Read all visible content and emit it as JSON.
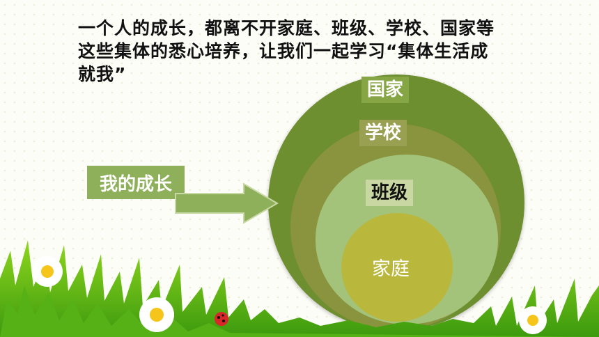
{
  "caption": "一个人的成长，都离不开家庭、班级、学校、国家等这些集体的悉心培养，让我们一起学习“集体生活成就我”",
  "circles": {
    "outer_label": "国家",
    "second_label": "学校",
    "third_label": "班级",
    "inner_label": "家庭"
  },
  "growth_label": "我的成长",
  "colors": {
    "outer": "#6e8f2f",
    "second": "#8a943e",
    "third": "#a3c37a",
    "inner": "#b9b73c",
    "arrow": "#8fb05a"
  }
}
